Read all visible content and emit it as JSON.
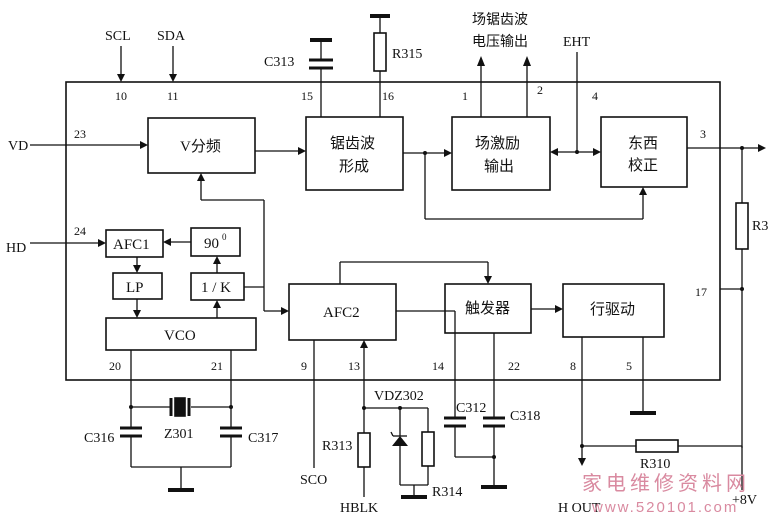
{
  "signals": {
    "scl": "SCL",
    "sda": "SDA",
    "vd": "VD",
    "hd": "HD",
    "eht": "EHT",
    "sco": "SCO",
    "hblk": "HBLK",
    "hout": "H OUT",
    "plus8v": "+8V",
    "sawtooth_out": "场锯齿波\n电压输出"
  },
  "blocks": {
    "v_div": "V分频",
    "sawtooth": "锯齿波\n形成",
    "field_drive": "场激励\n输出",
    "ew_correct": "东西\n校正",
    "afc1": "AFC1",
    "ph90": "90⁰",
    "lp": "LP",
    "div_k": "1 / K",
    "vco": "VCO",
    "afc2": "AFC2",
    "trigger": "触发器",
    "line_drive": "行驱动"
  },
  "pins": {
    "p10": "10",
    "p11": "11",
    "p15": "15",
    "p16": "16",
    "p1": "1",
    "p2": "2",
    "p4": "4",
    "p3": "3",
    "p23": "23",
    "p24": "24",
    "p17": "17",
    "p20": "20",
    "p21": "21",
    "p9": "9",
    "p13": "13",
    "p14": "14",
    "p22": "22",
    "p8": "8",
    "p5": "5"
  },
  "components": {
    "c313": "C313",
    "r315": "R315",
    "c316": "C316",
    "z301": "Z301",
    "c317": "C317",
    "r313": "R313",
    "vdz302": "VDZ302",
    "r314": "R314",
    "c312": "C312",
    "c318": "C318",
    "r310": "R310",
    "r3_partial": "R3"
  },
  "watermark": {
    "text": "家电维修资料网",
    "url": "www.520101.com"
  }
}
